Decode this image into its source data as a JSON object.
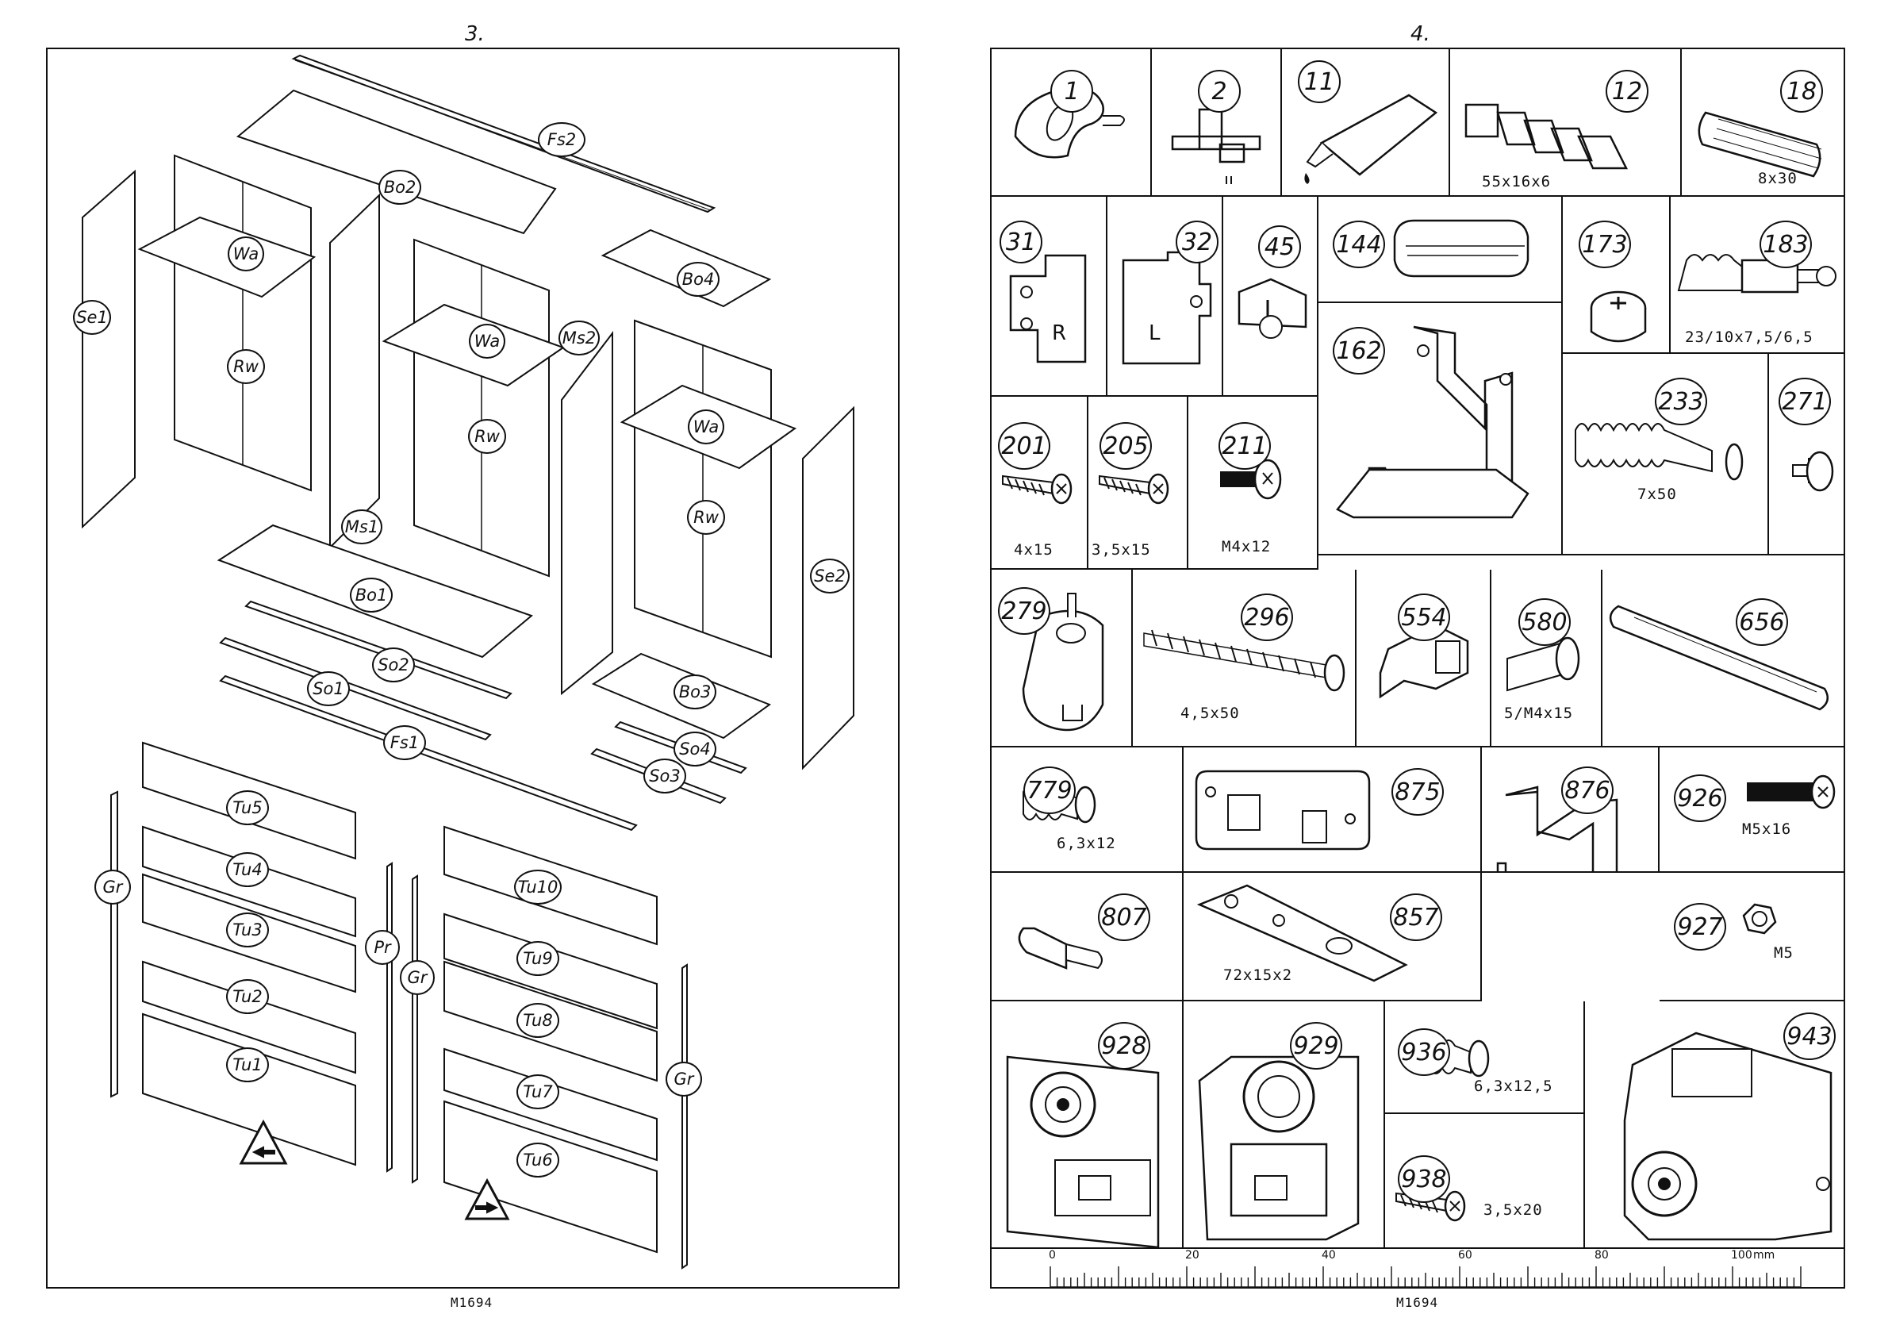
{
  "pages": {
    "left_number": "3.",
    "right_number": "4."
  },
  "model_code_left": "M1694",
  "model_code_right": "M1694",
  "exploded_parts": [
    {
      "tag": "Fs2"
    },
    {
      "tag": "Bo2"
    },
    {
      "tag": "Se1"
    },
    {
      "tag": "Wa"
    },
    {
      "tag": "Rw"
    },
    {
      "tag": "Ms1"
    },
    {
      "tag": "Wa"
    },
    {
      "tag": "Rw"
    },
    {
      "tag": "Ms2"
    },
    {
      "tag": "Bo4"
    },
    {
      "tag": "Wa"
    },
    {
      "tag": "Rw"
    },
    {
      "tag": "Se2"
    },
    {
      "tag": "Bo1"
    },
    {
      "tag": "So2"
    },
    {
      "tag": "So1"
    },
    {
      "tag": "Fs1"
    },
    {
      "tag": "Bo3"
    },
    {
      "tag": "So4"
    },
    {
      "tag": "So3"
    },
    {
      "tag": "Tu5"
    },
    {
      "tag": "Tu4"
    },
    {
      "tag": "Tu3"
    },
    {
      "tag": "Tu2"
    },
    {
      "tag": "Tu1"
    },
    {
      "tag": "Gr"
    },
    {
      "tag": "Pr"
    },
    {
      "tag": "Gr"
    },
    {
      "tag": "Tu10"
    },
    {
      "tag": "Tu9"
    },
    {
      "tag": "Tu8"
    },
    {
      "tag": "Tu7"
    },
    {
      "tag": "Tu6"
    },
    {
      "tag": "Gr"
    }
  ],
  "hardware_parts": [
    {
      "number": "1",
      "size": ""
    },
    {
      "number": "2",
      "size": ""
    },
    {
      "number": "11",
      "size": ""
    },
    {
      "number": "12",
      "size": "55x16x6"
    },
    {
      "number": "18",
      "size": "8x30"
    },
    {
      "number": "31",
      "size": ""
    },
    {
      "number": "32",
      "size": ""
    },
    {
      "number": "45",
      "size": ""
    },
    {
      "number": "144",
      "size": ""
    },
    {
      "number": "173",
      "size": ""
    },
    {
      "number": "183",
      "size": "23/10x7,5/6,5"
    },
    {
      "number": "162",
      "size": ""
    },
    {
      "number": "201",
      "size": "4x15"
    },
    {
      "number": "205",
      "size": "3,5x15"
    },
    {
      "number": "211",
      "size": "M4x12"
    },
    {
      "number": "233",
      "size": "7x50"
    },
    {
      "number": "271",
      "size": ""
    },
    {
      "number": "279",
      "size": ""
    },
    {
      "number": "296",
      "size": "4,5x50"
    },
    {
      "number": "554",
      "size": ""
    },
    {
      "number": "580",
      "size": "5/M4x15"
    },
    {
      "number": "656",
      "size": ""
    },
    {
      "number": "779",
      "size": "6,3x12"
    },
    {
      "number": "875",
      "size": ""
    },
    {
      "number": "876",
      "size": ""
    },
    {
      "number": "926",
      "size": "M5x16"
    },
    {
      "number": "807",
      "size": ""
    },
    {
      "number": "857",
      "size": "72x15x2"
    },
    {
      "number": "927",
      "size": "M5"
    },
    {
      "number": "928",
      "size": ""
    },
    {
      "number": "929",
      "size": ""
    },
    {
      "number": "936",
      "size": "6,3x12,5"
    },
    {
      "number": "938",
      "size": "3,5x20"
    },
    {
      "number": "943",
      "size": ""
    }
  ],
  "ruler": {
    "labels": [
      "0",
      "20",
      "40",
      "60",
      "80",
      "100"
    ],
    "unit": "mm"
  }
}
